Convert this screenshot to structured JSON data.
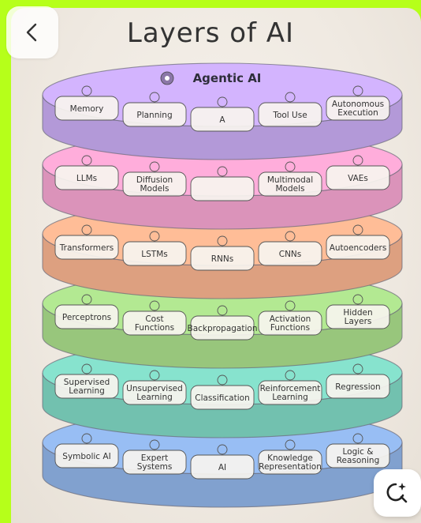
{
  "title": "Layers of AI",
  "layers": [
    {
      "title": "Classical AI",
      "icon": "ai-badge-icon",
      "items": [
        "Symbolic AI",
        "Expert Systems",
        "AI",
        "Knowledge Representation",
        "Logic & Reasoning"
      ]
    },
    {
      "title": "Machine Learning",
      "icon": "gear-cluster-icon",
      "items": [
        "Supervised Learning",
        "Unsupervised Learning",
        "Classification",
        "Reinforcement Learning",
        "Regression"
      ]
    },
    {
      "title": "Neural Networks",
      "icon": "gear-icon",
      "items": [
        "Perceptrons",
        "Cost Functions",
        "Backpropagation",
        "Activation Functions",
        "Hidden Layers"
      ]
    },
    {
      "title": "Deep Learning",
      "icon": "spiral-icon",
      "items": [
        "Transformers",
        "LSTMs",
        "RNNs",
        "CNNs",
        "Autoencoders"
      ]
    },
    {
      "title": "Generative AI",
      "icon": "gear-icon",
      "items": [
        "LLMs",
        "Diffusion Models",
        "",
        "Multimodal Models",
        "VAEs"
      ]
    },
    {
      "title": "Agentic AI",
      "icon": "ai-badge-icon",
      "items": [
        "Memory",
        "Planning",
        "A",
        "Tool Use",
        "Autonomous Execution"
      ]
    }
  ],
  "colors": {
    "background": "#b6ff1a",
    "classical": "#8fb3e6",
    "machine_learning": "#7fd6c2",
    "neural_networks": "#a9dc8a",
    "deep_learning": "#f6b28e",
    "generative": "#f3a3cf",
    "agentic": "#c7aaf0"
  },
  "icons": {
    "back": "chevron-left-icon",
    "lens": "visual-search-icon"
  }
}
